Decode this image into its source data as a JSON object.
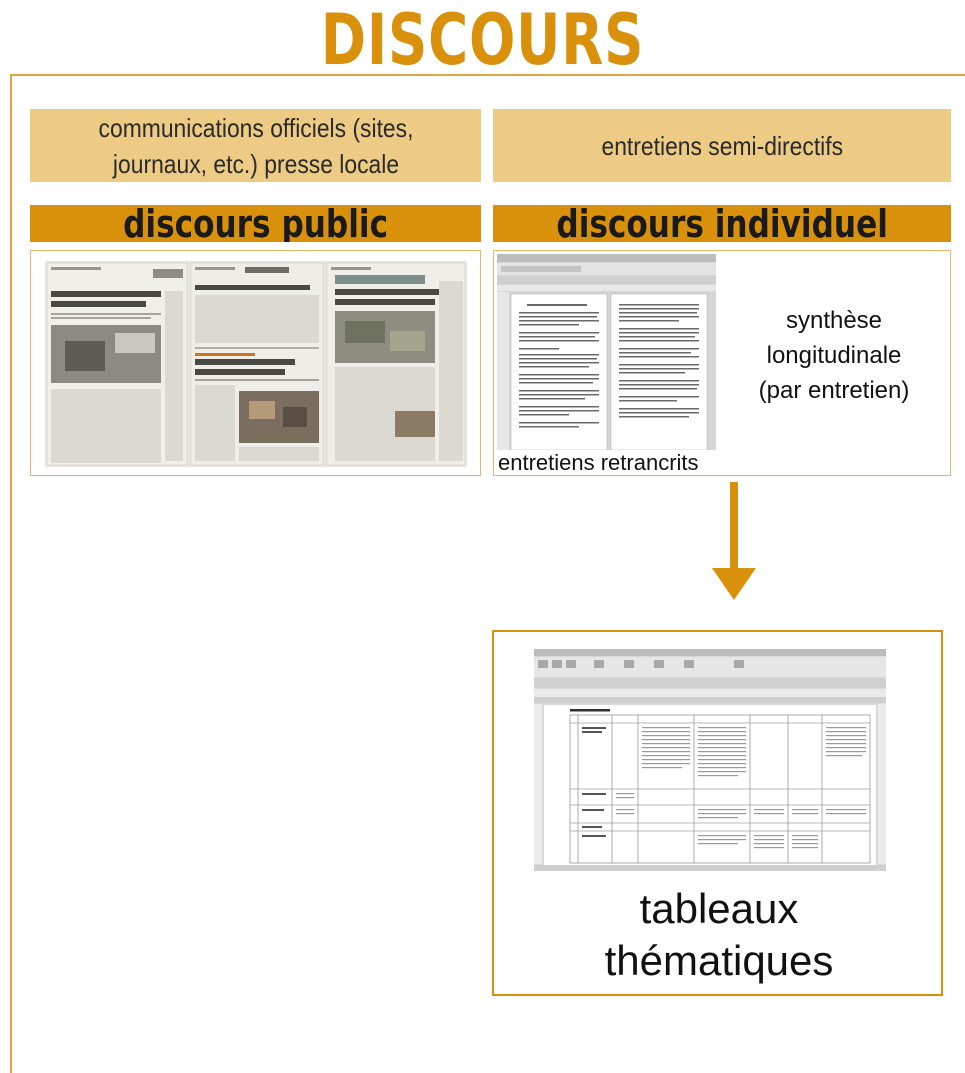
{
  "title": "DISCOURS",
  "sources": {
    "public": "communications officiels (sites, journaux, etc.) presse locale",
    "individual": "entretiens semi-directifs"
  },
  "categories": {
    "public": "discours public",
    "individual": "discours individuel"
  },
  "labels": {
    "transcribed": "entretiens retrancrits",
    "synthesis": "synthèse longitudinale (par entretien)",
    "tables": "tableaux thématiques"
  },
  "colors": {
    "accent": "#D9900A",
    "light_accent": "#EDCB85"
  }
}
